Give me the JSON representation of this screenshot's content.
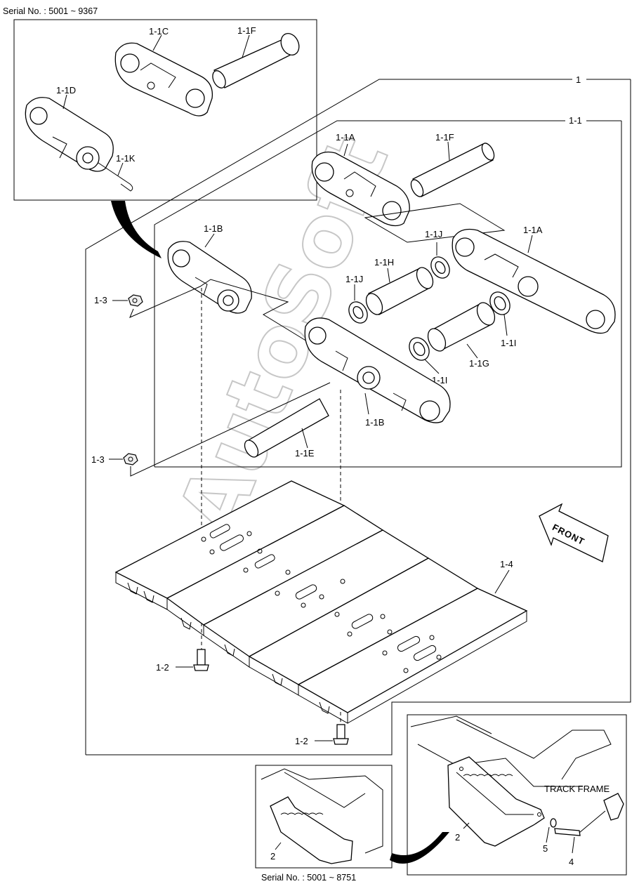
{
  "serial_top": "Serial No. : 5001 ~ 9367",
  "serial_bottom": "Serial No. : 5001 ~ 8751",
  "front_label": "FRONT",
  "track_frame_label": "TRACK FRAME",
  "watermark": "AutoSoft",
  "labels": {
    "l_1": "1",
    "l_1_1": "1-1",
    "l_1_1C": "1-1C",
    "l_1_1F_top": "1-1F",
    "l_1_1D": "1-1D",
    "l_1_1K": "1-1K",
    "l_1_1A_top": "1-1A",
    "l_1_1F": "1-1F",
    "l_1_1B_left": "1-1B",
    "l_1_1J_right": "1-1J",
    "l_1_1A_right": "1-1A",
    "l_1_1H": "1-1H",
    "l_1_1J_left": "1-1J",
    "l_1_3_top": "1-3",
    "l_1_1I_right": "1-1I",
    "l_1_1G": "1-1G",
    "l_1_1I_mid": "1-1I",
    "l_1_1B_mid": "1-1B",
    "l_1_1E": "1-1E",
    "l_1_3_bottom": "1-3",
    "l_1_4": "1-4",
    "l_1_2_left": "1-2",
    "l_1_2_bottom": "1-2",
    "l_2_right": "2",
    "l_2_left": "2",
    "l_5": "5",
    "l_4": "4"
  }
}
